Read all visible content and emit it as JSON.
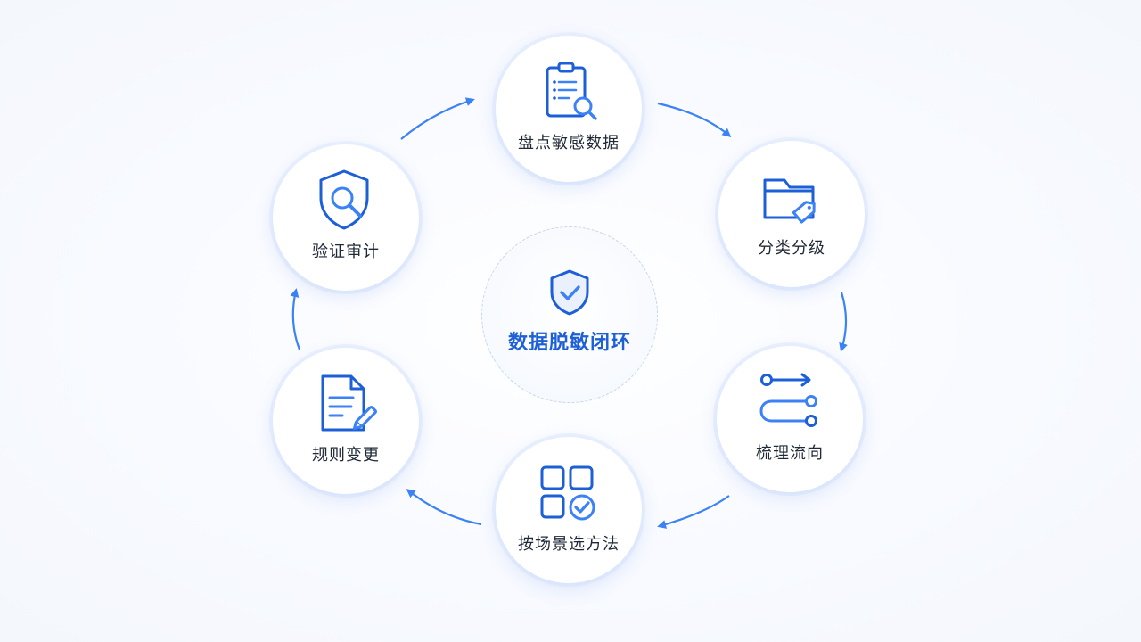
{
  "center": {
    "title": "数据脱敏闭环",
    "icon": "shield-check-icon"
  },
  "steps": [
    {
      "label": "盘点敏感数据",
      "icon": "clipboard-search-icon"
    },
    {
      "label": "分类分级",
      "icon": "folder-tag-icon"
    },
    {
      "label": "梳理流向",
      "icon": "flow-path-icon"
    },
    {
      "label": "按场景选方法",
      "icon": "grid-check-icon"
    },
    {
      "label": "规则变更",
      "icon": "document-edit-icon"
    },
    {
      "label": "验证审计",
      "icon": "shield-search-icon"
    }
  ],
  "colors": {
    "primary": "#1d5fd6",
    "accent": "#3b82f6",
    "arrow": "#3b82f6",
    "text": "#1f2937"
  }
}
